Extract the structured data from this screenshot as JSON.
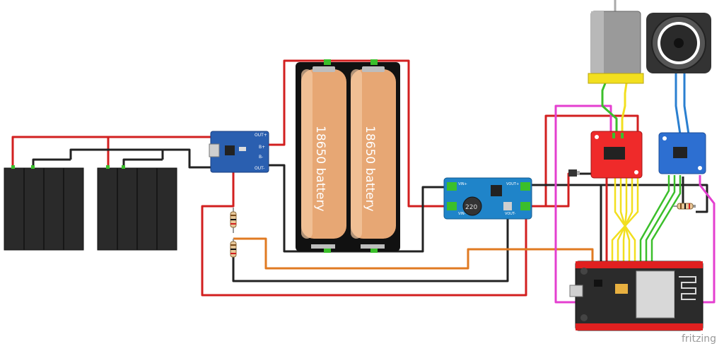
{
  "diagram": {
    "battery_label": "18650 battery",
    "watermark": "fritzing",
    "charger": {
      "out_plus": "OUT+",
      "out_minus": "OUT-",
      "b_plus": "B+",
      "b_minus": "B-"
    },
    "boost": {
      "vin_plus": "VIN+",
      "vin_minus": "VIN-",
      "vout_plus": "VOUT+",
      "vout_minus": "VOUT-",
      "inductor": "220"
    }
  },
  "colors": {
    "wire_red": "#d21f1f",
    "wire_black": "#222222",
    "wire_orange": "#e07a22",
    "wire_magenta": "#e43fd0",
    "wire_green": "#3bbf2b",
    "wire_yellow": "#f2df1f",
    "wire_blue": "#2a7fd0",
    "battery_body": "#e7a774",
    "solar_panel": "#2a2a2a",
    "charger_board": "#2a5fb0",
    "boost_board": "#1f84c9",
    "driver_board": "#ef2a2a",
    "amp_board": "#2d6fd1",
    "esp32_board": "#2b2b2b"
  }
}
